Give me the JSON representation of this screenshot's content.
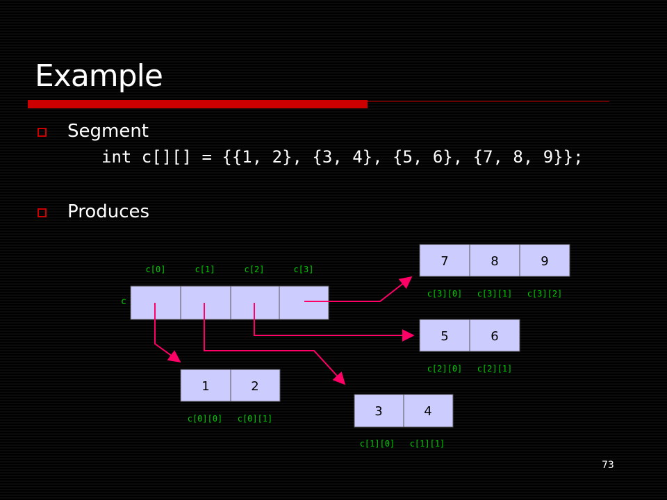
{
  "slide": {
    "title": "Example",
    "bullets": [
      "Segment",
      "Produces"
    ],
    "code": "int c[][] = {{1, 2}, {3, 4}, {5, 6}, {7, 8, 9}};",
    "page_number": "73"
  },
  "colors": {
    "background": "#000000",
    "accent_red": "#cc0000",
    "cell_fill": "#ccccff",
    "label_green": "#00cc00",
    "arrow_pink": "#ff0066"
  },
  "diagram": {
    "variable": "c",
    "top_labels": [
      "c[0]",
      "c[1]",
      "c[2]",
      "c[3]"
    ],
    "rows": [
      {
        "values": [
          "1",
          "2"
        ],
        "labels": [
          "c[0][0]",
          "c[0][1]"
        ]
      },
      {
        "values": [
          "3",
          "4"
        ],
        "labels": [
          "c[1][0]",
          "c[1][1]"
        ]
      },
      {
        "values": [
          "5",
          "6"
        ],
        "labels": [
          "c[2][0]",
          "c[2][1]"
        ]
      },
      {
        "values": [
          "7",
          "8",
          "9"
        ],
        "labels": [
          "c[3][0]",
          "c[3][1]",
          "c[3][2]"
        ]
      }
    ]
  }
}
